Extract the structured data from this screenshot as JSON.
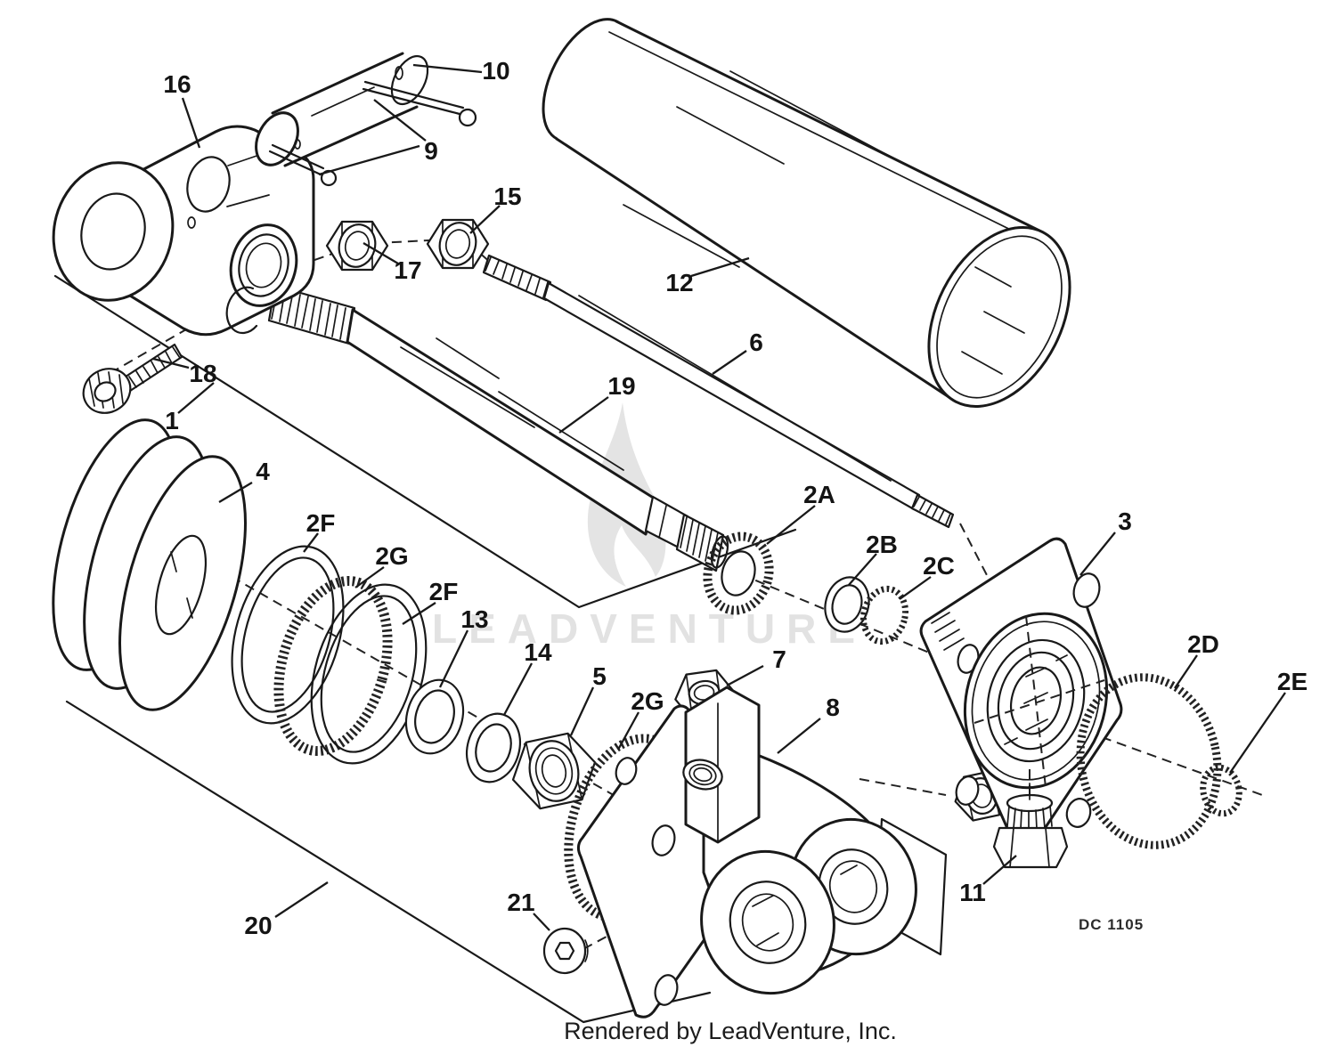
{
  "diagram": {
    "background": "#ffffff",
    "ink_color": "#191919",
    "watermark": {
      "text": "LEADVENTURE",
      "color": "#e2e2e2"
    },
    "drawing_code": "DC 1105",
    "footer": "Rendered by LeadVenture, Inc.",
    "callouts": [
      {
        "label": "16"
      },
      {
        "label": "10"
      },
      {
        "label": "9"
      },
      {
        "label": "15"
      },
      {
        "label": "17"
      },
      {
        "label": "12"
      },
      {
        "label": "6"
      },
      {
        "label": "19"
      },
      {
        "label": "18"
      },
      {
        "label": "1"
      },
      {
        "label": "4"
      },
      {
        "label": "2F"
      },
      {
        "label": "2G"
      },
      {
        "label": "2F"
      },
      {
        "label": "2A"
      },
      {
        "label": "2B"
      },
      {
        "label": "2C"
      },
      {
        "label": "3"
      },
      {
        "label": "13"
      },
      {
        "label": "14"
      },
      {
        "label": "5"
      },
      {
        "label": "2G"
      },
      {
        "label": "7"
      },
      {
        "label": "8"
      },
      {
        "label": "2D"
      },
      {
        "label": "2E"
      },
      {
        "label": "11"
      },
      {
        "label": "21"
      },
      {
        "label": "20"
      }
    ]
  }
}
